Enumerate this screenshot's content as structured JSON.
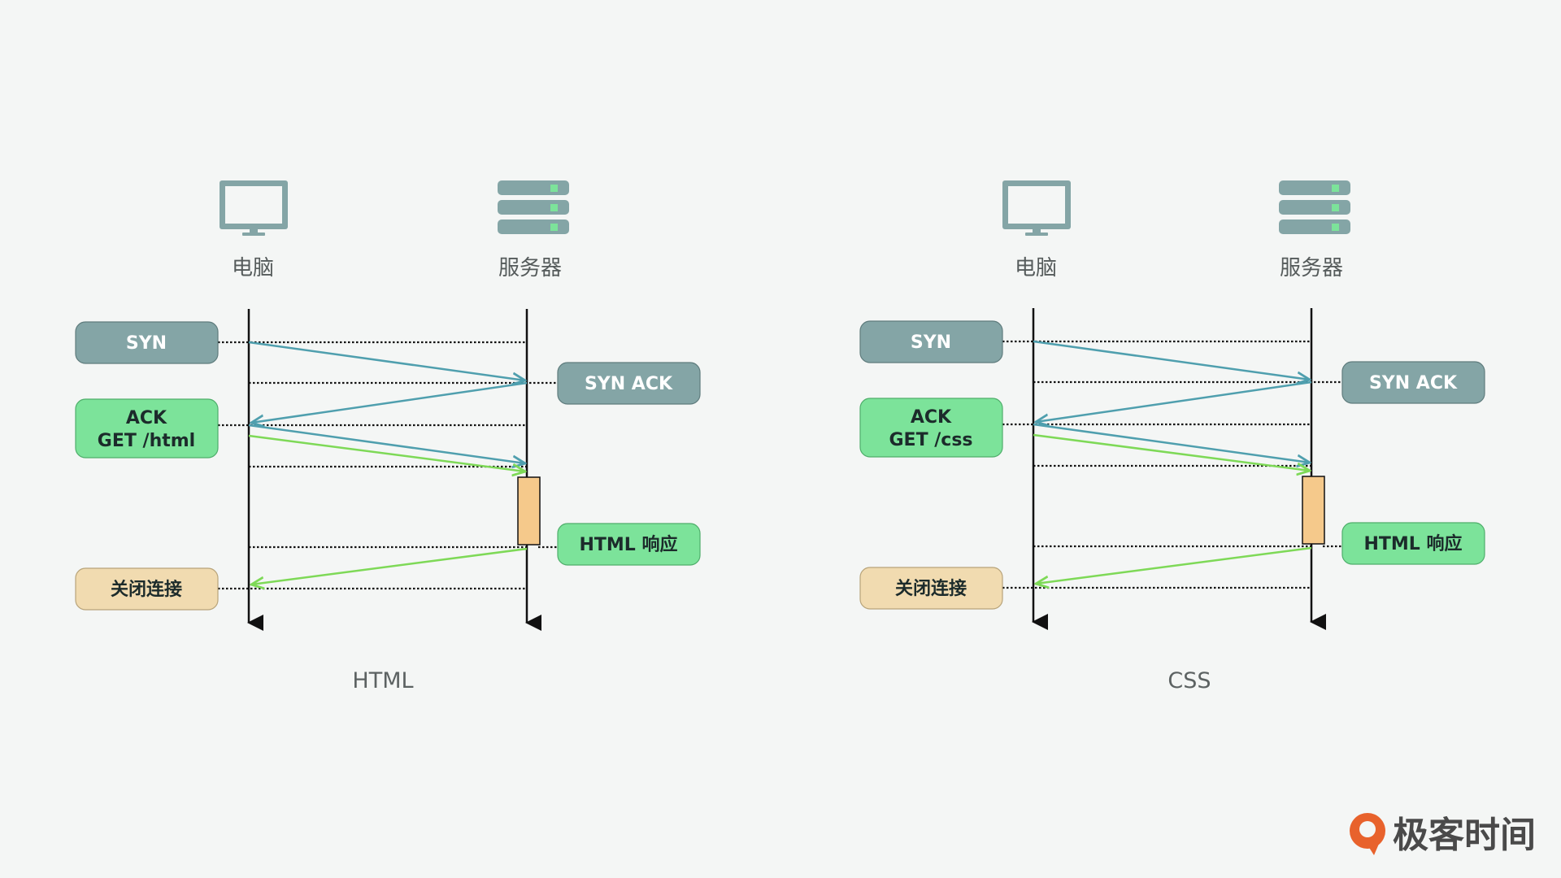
{
  "panels": [
    {
      "id": "html",
      "client_label": "电脑",
      "server_label": "服务器",
      "caption": "HTML",
      "syn": "SYN",
      "syn_ack": "SYN ACK",
      "ack_line1": "ACK",
      "ack_line2": "GET /html",
      "response": "HTML 响应",
      "close": "关闭连接"
    },
    {
      "id": "css",
      "client_label": "电脑",
      "server_label": "服务器",
      "caption": "CSS",
      "syn": "SYN",
      "syn_ack": "SYN ACK",
      "ack_line1": "ACK",
      "ack_line2": "GET /css",
      "response": "HTML 响应",
      "close": "关闭连接"
    }
  ],
  "brand": {
    "name": "极客时间"
  },
  "colors": {
    "teal_box": "#84a5a6",
    "green_box": "#7ce39a",
    "tan_box": "#f1dbb0",
    "teal_arrow": "#4f9fae",
    "green_arrow": "#7ed957",
    "orange_bar": "#f5c98b",
    "icon": "#84a5a6",
    "server_led": "#7ce39a",
    "brand_orange": "#e8622c"
  },
  "icons": {
    "client": "monitor-icon",
    "server": "server-icon",
    "brand": "geektime-logo-icon"
  }
}
